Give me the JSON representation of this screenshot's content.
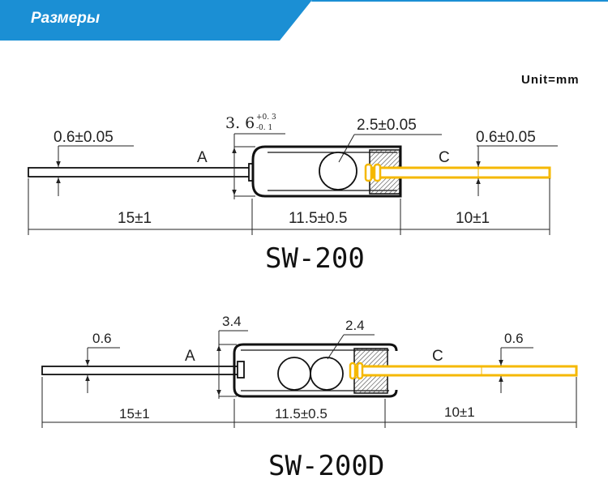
{
  "header": {
    "title": "Размеры",
    "accent_color": "#1b8fd4"
  },
  "unit_label": "Unit=mm",
  "sw200": {
    "model": "SW-200",
    "lead_a_diameter": "0.6±0.05",
    "body_diameter_main": "3. 6",
    "body_diameter_tol_plus": "+0. 3",
    "body_diameter_tol_minus": "-0. 1",
    "ball_diameter": "2.5±0.05",
    "lead_c_diameter": "0.6±0.05",
    "lead_a_label": "A",
    "lead_c_label": "C",
    "length_a": "15±1",
    "length_body": "11.5±0.5",
    "length_c": "10±1"
  },
  "sw200d": {
    "model": "SW-200D",
    "lead_a_diameter": "0.6",
    "body_diameter": "3.4",
    "ball_diameter": "2.4",
    "lead_c_diameter": "0.6",
    "lead_a_label": "A",
    "lead_c_label": "C",
    "length_a": "15±1",
    "length_body": "11.5±0.5",
    "length_c": "10±1"
  },
  "colors": {
    "lead_c": "#f5b800",
    "outline": "#111111"
  }
}
